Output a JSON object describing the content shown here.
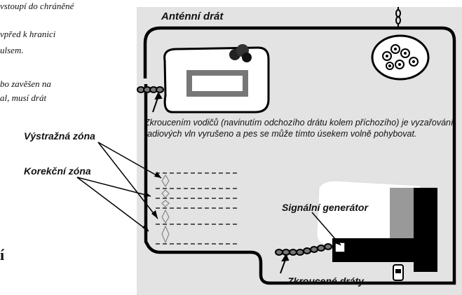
{
  "left_fragments": {
    "line1": "vstoupí do chráněné",
    "line2": "vpřed k hranici",
    "line3": "ulsem.",
    "line4": "bo zavěšen na",
    "line5": "al, musí drát",
    "heading": "í"
  },
  "zones": {
    "warning": "Výstražná zóna",
    "correction": "Korekční zóna"
  },
  "diagram": {
    "antenna_wire": "Anténní drát",
    "twist_note": "Zkroucením vodičů (navinutím odchozího drátu kolem příchozího) je vyzařování radiových vln vyrušeno a pes se může tímto úsekem volně pohybovat.",
    "signal_generator": "Signální generátor",
    "twisted_wires": "Zkroucené dráty"
  },
  "colors": {
    "panel": "#e3e3e3",
    "wire": "#000000",
    "house": "#ffffff"
  }
}
